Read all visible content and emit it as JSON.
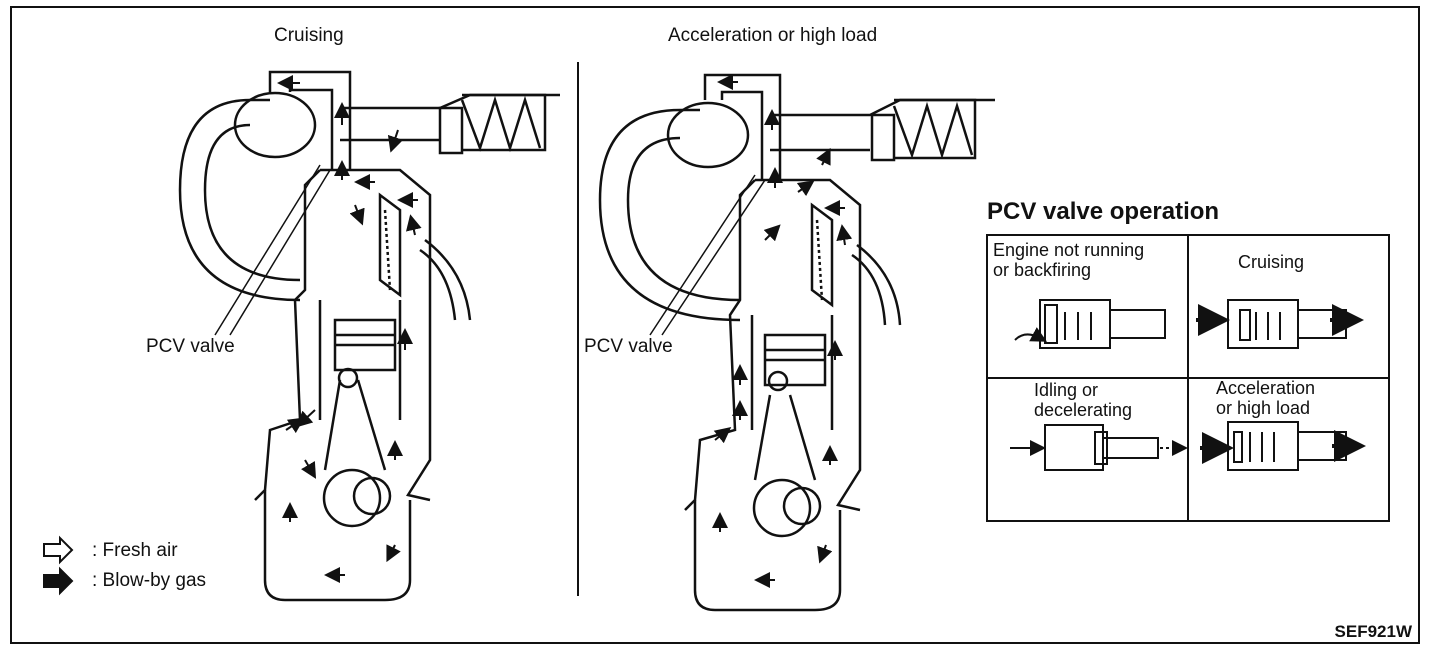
{
  "left_panel": {
    "title": "Cruising",
    "pcv_label": "PCV valve"
  },
  "right_panel": {
    "title": "Acceleration or high load",
    "pcv_label": "PCV valve"
  },
  "legend": {
    "fresh_air": ": Fresh air",
    "blow_by": ": Blow-by gas"
  },
  "pcv_operation": {
    "title": "PCV valve operation",
    "cells": [
      {
        "line1": "Engine not running",
        "line2": "or backfiring"
      },
      {
        "line1": "Cruising",
        "line2": ""
      },
      {
        "line1": "Idling or",
        "line2": "decelerating"
      },
      {
        "line1": "Acceleration",
        "line2": "or high load"
      }
    ]
  },
  "figure_code": "SEF921W"
}
